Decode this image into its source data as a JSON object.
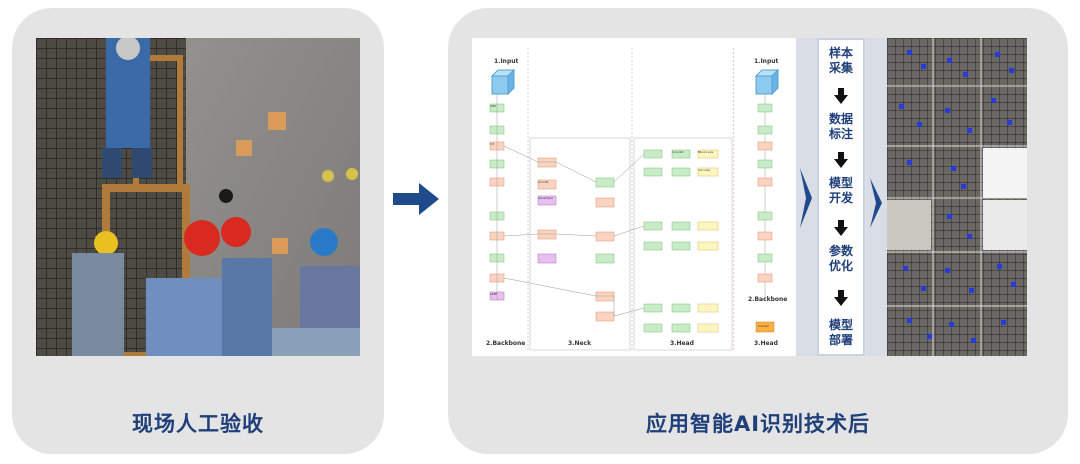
{
  "left_panel": {
    "caption": "现场人工验收"
  },
  "right_panel": {
    "caption": "应用智能AI识别技术后"
  },
  "diagram": {
    "sections": [
      "1.Input",
      "2.Backbone",
      "3.Neck",
      "3.Head"
    ],
    "right_sections": [
      "1.Input",
      "2.Backbone",
      "3.Head"
    ],
    "blocks": {
      "cbs": "CBS",
      "c3": "C3",
      "concat": "Concat",
      "upsample": "Upsample",
      "sppf": "SPPF",
      "conv2d": "Conv2d",
      "box_loss": "Bbox Loss",
      "cls_loss": "Cls Loss",
      "conv2": "Conv2c"
    }
  },
  "steps": [
    {
      "line1": "样本",
      "line2": "采集"
    },
    {
      "line1": "数据",
      "line2": "标注"
    },
    {
      "line1": "模型",
      "line2": "开发"
    },
    {
      "line1": "参数",
      "line2": "优化"
    },
    {
      "line1": "模型",
      "line2": "部署"
    }
  ],
  "colors": {
    "panel_bg": "#e4e4e4",
    "caption": "#1f3f7a",
    "arrow": "#1f4a8c"
  }
}
